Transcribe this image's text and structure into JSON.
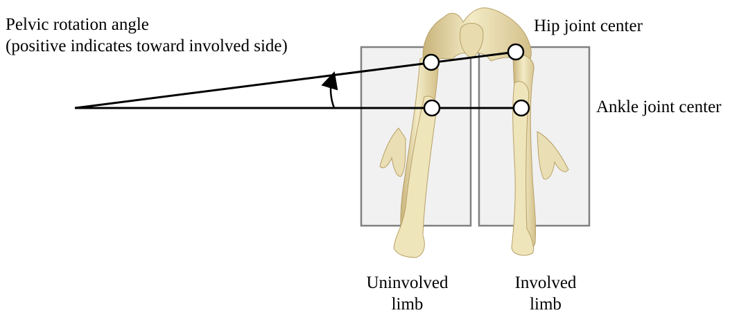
{
  "labels": {
    "pelvic_rotation_line1": "Pelvic rotation angle",
    "pelvic_rotation_line2": "(positive indicates toward involved side)",
    "hip_joint_center": "Hip joint center",
    "ankle_joint_center": "Ankle joint center",
    "uninvolved_limb_line1": "Uninvolved",
    "uninvolved_limb_line2": "limb",
    "involved_limb_line1": "Involved",
    "involved_limb_line2": "limb"
  },
  "colors": {
    "bone": "#efe6bf",
    "bone_shadow": "#c9b37a",
    "panel_fill": "#f1f1f1",
    "panel_stroke": "#808080",
    "line": "#000000"
  },
  "icons": {
    "joint_marker": "white-circle",
    "angle_indicator": "curved-arrow"
  }
}
